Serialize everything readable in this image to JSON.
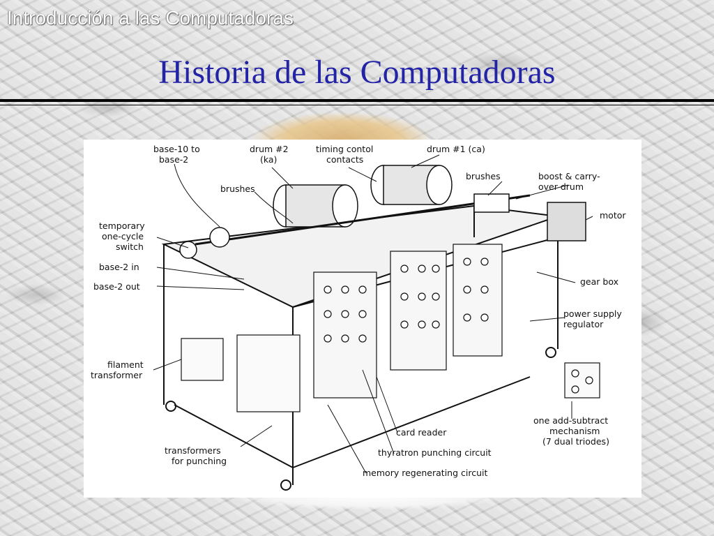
{
  "slide": {
    "header_subtitle": "Introducción a las Computadoras",
    "title": "Historia de las Computadoras"
  },
  "diagram": {
    "labels": {
      "base10_to_base2_line1": "base-10 to",
      "base10_to_base2_line2": "base-2",
      "drum2_line1": "drum #2",
      "drum2_line2": "(ka)",
      "timing_line1": "timing contol",
      "timing_line2": "contacts",
      "drum1": "drum #1 (ca)",
      "brushes_top": "brushes",
      "brushes_left": "brushes",
      "boost_line1": "boost & carry-",
      "boost_line2": "over drum",
      "motor": "motor",
      "temp_line1": "temporary",
      "temp_line2": "one-cycle",
      "temp_line3": "switch",
      "base2_in": "base-2 in",
      "base2_out": "base-2 out",
      "gear_box": "gear box",
      "power_line1": "power supply",
      "power_line2": "regulator",
      "filament_line1": "filament",
      "filament_line2": "transformer",
      "transformers_line1": "transformers",
      "transformers_line2": "for punching",
      "card_reader": "card reader",
      "thyratron": "thyratron punching circuit",
      "memory": "memory regenerating circuit",
      "addsub_line1": "one add-subtract",
      "addsub_line2": "mechanism",
      "addsub_line3": "(7 dual triodes)"
    }
  }
}
